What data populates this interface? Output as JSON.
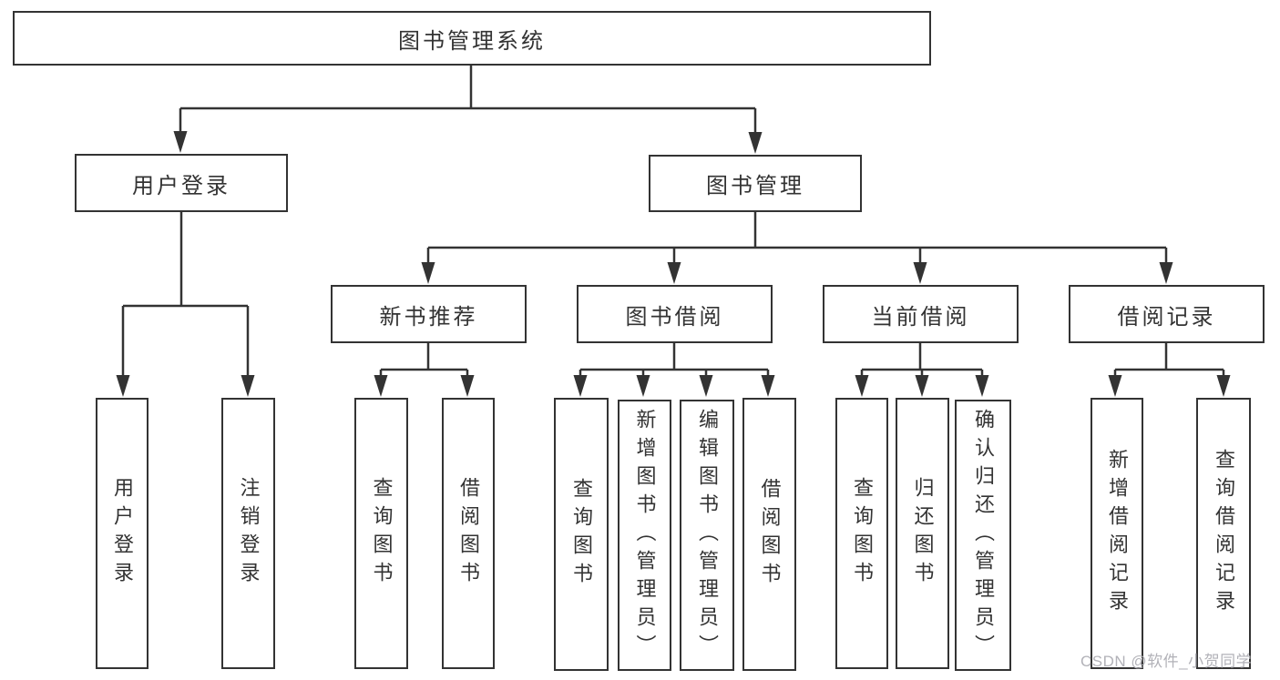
{
  "diagram_type": "hierarchy-tree",
  "hierarchy": {
    "label": "图书管理系统",
    "children": [
      {
        "label": "用户登录",
        "children": [
          {
            "label": "用户登录"
          },
          {
            "label": "注销登录"
          }
        ]
      },
      {
        "label": "图书管理",
        "children": [
          {
            "label": "新书推荐",
            "children": [
              {
                "label": "查询图书"
              },
              {
                "label": "借阅图书"
              }
            ]
          },
          {
            "label": "图书借阅",
            "children": [
              {
                "label": "查询图书"
              },
              {
                "label": "新增图书（管理员）"
              },
              {
                "label": "编辑图书（管理员）"
              },
              {
                "label": "借阅图书"
              }
            ]
          },
          {
            "label": "当前借阅",
            "children": [
              {
                "label": "查询图书"
              },
              {
                "label": "归还图书"
              },
              {
                "label": "确认归还（管理员）"
              }
            ]
          },
          {
            "label": "借阅记录",
            "children": [
              {
                "label": "新增借阅记录"
              },
              {
                "label": "查询借阅记录"
              }
            ]
          }
        ]
      }
    ]
  },
  "watermark": "CSDN @软件_小贺同学",
  "colors": {
    "line": "#333333",
    "text": "#333333",
    "wm": "#b2b2b8",
    "bg": "#ffffff"
  }
}
